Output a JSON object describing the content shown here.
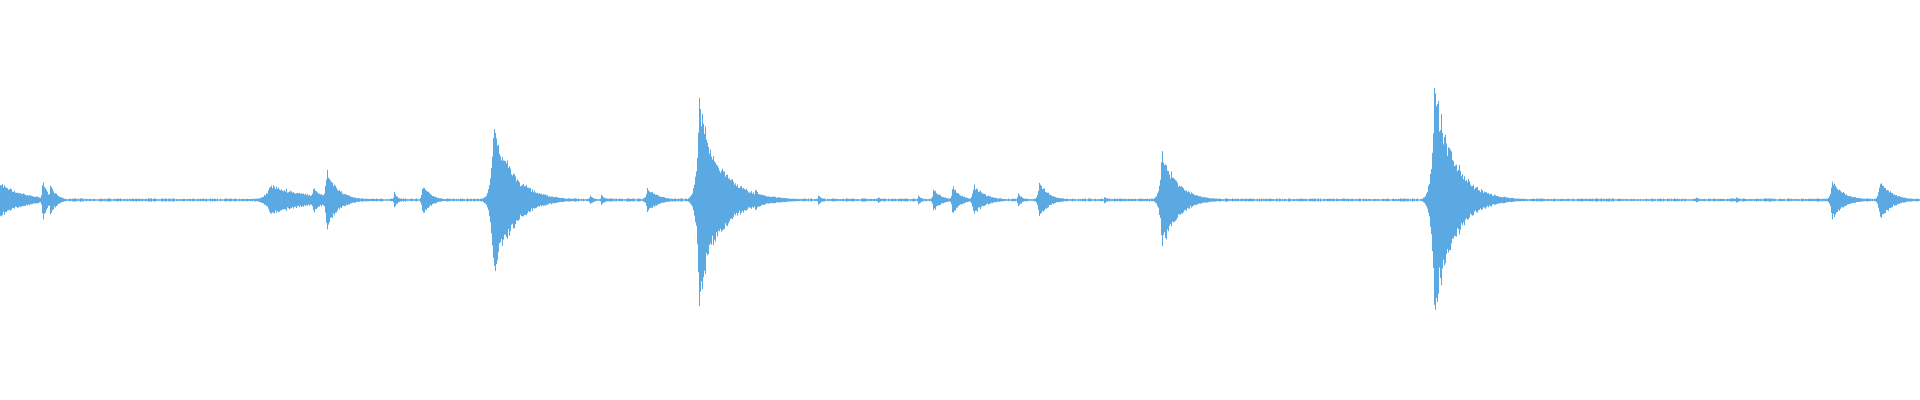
{
  "waveform": {
    "color": "#5aa9e2",
    "background": "#ffffff",
    "baseline_amplitude": 0.01,
    "transients": [
      {
        "t": 0.0,
        "peak": 0.1,
        "decay": 0.012
      },
      {
        "t": 0.022,
        "peak": 0.12,
        "decay": 0.003
      },
      {
        "t": 0.026,
        "peak": 0.1,
        "decay": 0.003
      },
      {
        "t": 0.141,
        "peak": 0.09,
        "decay": 0.02
      },
      {
        "t": 0.163,
        "peak": 0.08,
        "decay": 0.005
      },
      {
        "t": 0.17,
        "peak": 0.18,
        "decay": 0.006
      },
      {
        "t": 0.205,
        "peak": 0.05,
        "decay": 0.002
      },
      {
        "t": 0.22,
        "peak": 0.1,
        "decay": 0.004
      },
      {
        "t": 0.257,
        "peak": 0.45,
        "decay": 0.01
      },
      {
        "t": 0.307,
        "peak": 0.03,
        "decay": 0.002
      },
      {
        "t": 0.313,
        "peak": 0.03,
        "decay": 0.002
      },
      {
        "t": 0.337,
        "peak": 0.07,
        "decay": 0.006
      },
      {
        "t": 0.364,
        "peak": 0.62,
        "decay": 0.009
      },
      {
        "t": 0.368,
        "peak": 0.35,
        "decay": 0.012
      },
      {
        "t": 0.376,
        "peak": 0.18,
        "decay": 0.006
      },
      {
        "t": 0.393,
        "peak": 0.07,
        "decay": 0.003
      },
      {
        "t": 0.426,
        "peak": 0.03,
        "decay": 0.002
      },
      {
        "t": 0.457,
        "peak": 0.02,
        "decay": 0.002
      },
      {
        "t": 0.478,
        "peak": 0.03,
        "decay": 0.002
      },
      {
        "t": 0.486,
        "peak": 0.07,
        "decay": 0.004
      },
      {
        "t": 0.496,
        "peak": 0.09,
        "decay": 0.004
      },
      {
        "t": 0.507,
        "peak": 0.09,
        "decay": 0.006
      },
      {
        "t": 0.53,
        "peak": 0.05,
        "decay": 0.002
      },
      {
        "t": 0.541,
        "peak": 0.11,
        "decay": 0.005
      },
      {
        "t": 0.575,
        "peak": 0.02,
        "decay": 0.002
      },
      {
        "t": 0.605,
        "peak": 0.29,
        "decay": 0.008
      },
      {
        "t": 0.747,
        "peak": 0.68,
        "decay": 0.01
      },
      {
        "t": 0.883,
        "peak": 0.02,
        "decay": 0.002
      },
      {
        "t": 0.904,
        "peak": 0.02,
        "decay": 0.002
      },
      {
        "t": 0.954,
        "peak": 0.12,
        "decay": 0.006
      },
      {
        "t": 0.979,
        "peak": 0.12,
        "decay": 0.006
      }
    ]
  }
}
